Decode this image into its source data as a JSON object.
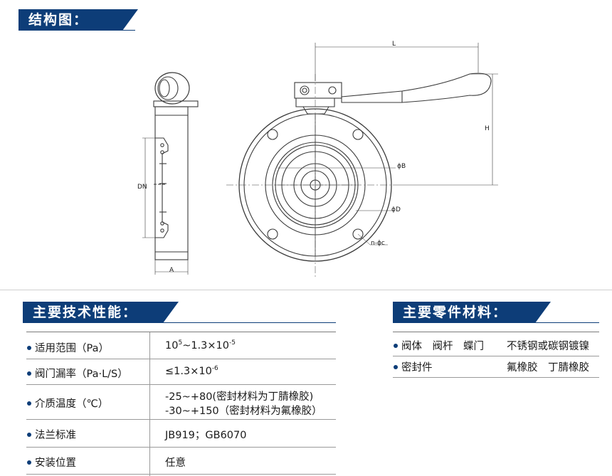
{
  "structure": {
    "title": "结构图："
  },
  "drawing_labels": {
    "L": "L",
    "H": "H",
    "DN": "DN",
    "A": "A",
    "B": "B",
    "D": "D",
    "nc": "n-",
    "phi": "ϕ",
    "c": "c"
  },
  "tech": {
    "title": "主要技术性能：",
    "rows": [
      {
        "label": "适用范围（Pa）",
        "value_base1": "10",
        "value_sup1": "5",
        "value_mid": "~1.3×10",
        "value_sup2": "-5"
      },
      {
        "label": "阀门漏率（Pa·L/S）",
        "value_base1": "≤1.3×10",
        "value_sup1": "-6"
      },
      {
        "label": "介质温度（℃）",
        "value_line1": "-25~+80(密封材料为丁腈橡胶)",
        "value_line2": "-30~+150（密封材料为氟橡胶）"
      },
      {
        "label": "法兰标准",
        "value": "JB919；GB6070"
      },
      {
        "label": "安装位置",
        "value": "任意"
      }
    ]
  },
  "parts": {
    "title": "主要零件材料：",
    "rows": [
      {
        "label": "阀体　阀杆　蝶门",
        "value": "不锈钢或碳钢镀镍"
      },
      {
        "label": "密封件",
        "value": "氟橡胶　丁腈橡胶"
      }
    ]
  },
  "colors": {
    "banner": "#0d3d78",
    "line": "#9a9a9a",
    "drawing": "#3a3a3a"
  }
}
